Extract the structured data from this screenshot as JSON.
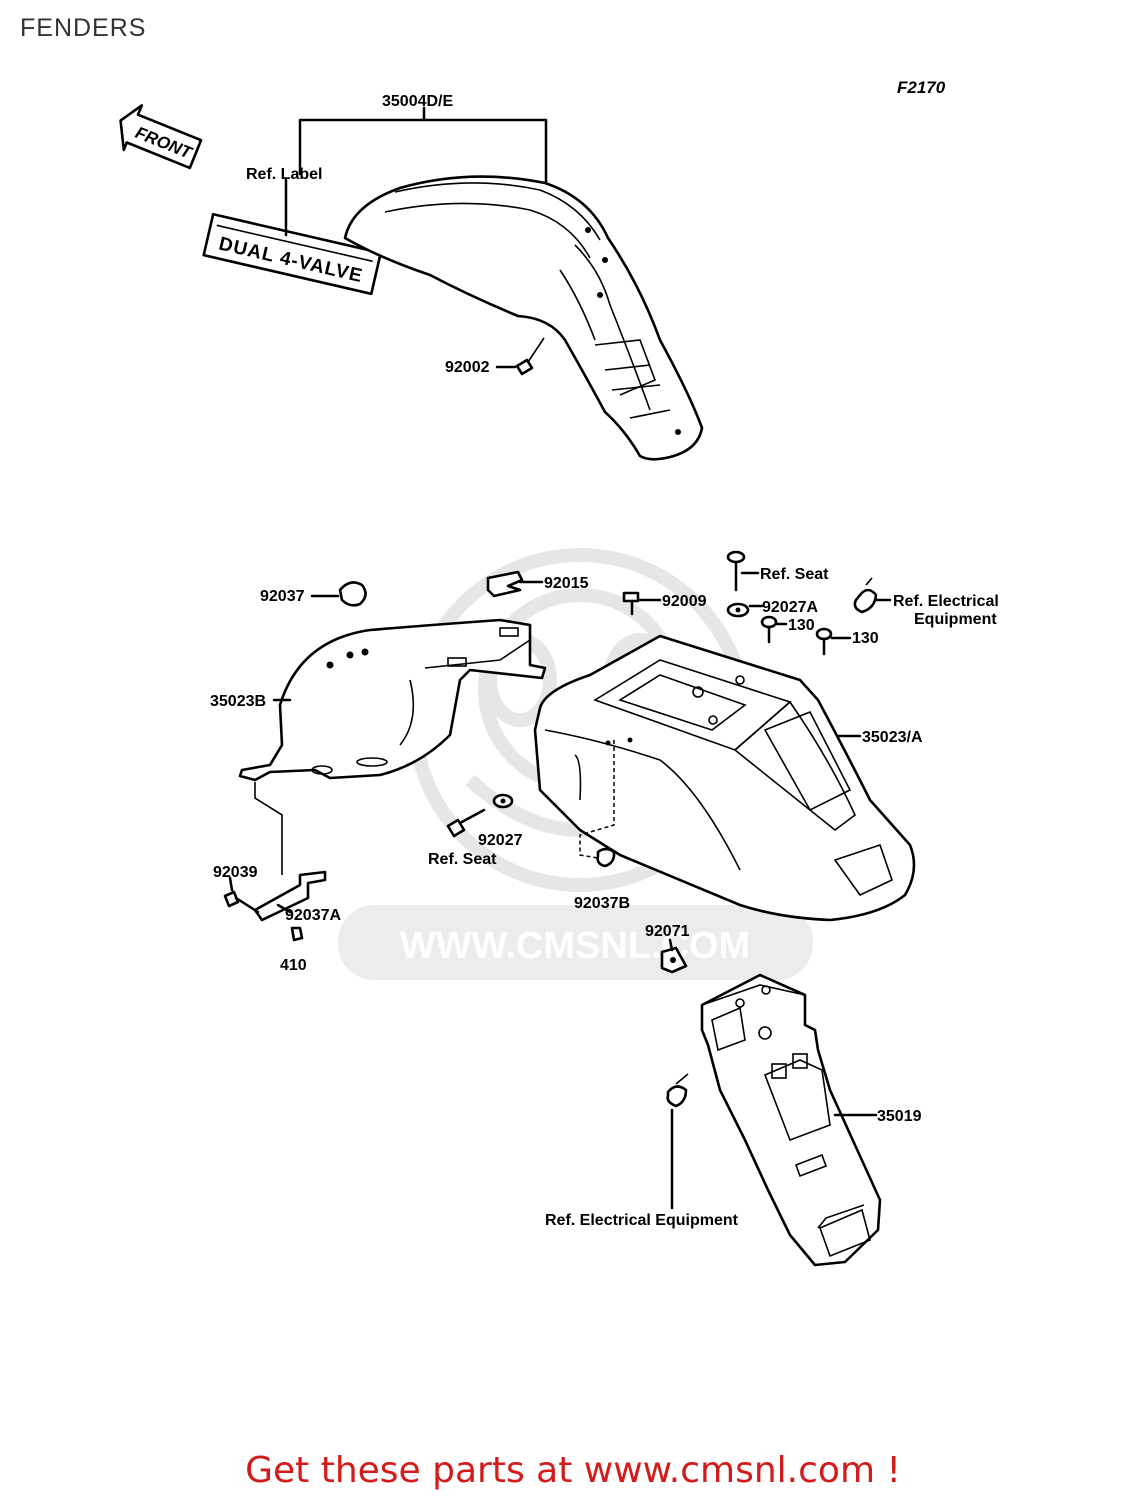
{
  "page": {
    "title": "FENDERS",
    "footer": "Get these parts at www.cmsnl.com !"
  },
  "diagram": {
    "figure_code": "F2170",
    "watermark": "WWW.CMSNL.COM",
    "front_arrow": "FRONT",
    "decal_text": "DUAL 4-VALVE",
    "callouts": {
      "front_fender": "35004D/E",
      "ref_label": "Ref. Label",
      "bolt_92002": "92002",
      "clamp_92037": "92037",
      "clip_92015": "92015",
      "bolt_92009": "92009",
      "bolt_ref_seat_top": "Ref. Seat",
      "washer_92027a": "92027A",
      "bolt_130_a": "130",
      "bolt_130_b": "130",
      "ref_electrical_1": "Ref. Electrical",
      "ref_electrical_2": "Equipment",
      "inner_fender": "35023B",
      "rear_fender": "35023/A",
      "washer_92027": "92027",
      "ref_seat_bottom": "Ref. Seat",
      "bolt_92039": "92039",
      "clamp_92037a": "92037A",
      "nut_410": "410",
      "clamp_92037b": "92037B",
      "nut_92071": "92071",
      "rear_flap": "35019",
      "ref_electrical_bottom": "Ref. Electrical Equipment"
    }
  },
  "colors": {
    "footer": "#d31b1b",
    "title": "#333333",
    "watermark": "#e6e6e6"
  }
}
